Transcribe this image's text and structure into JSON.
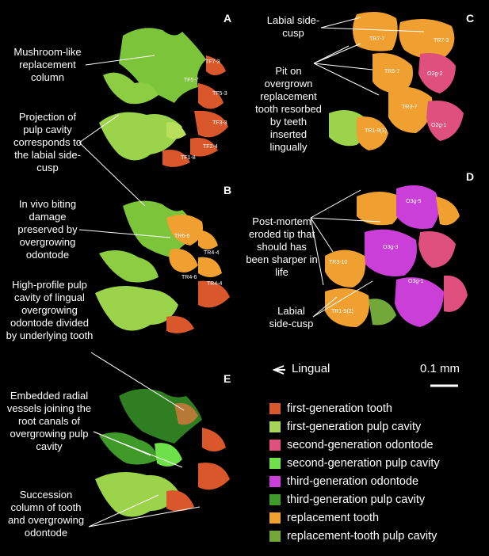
{
  "panels": {
    "a": {
      "label": "A"
    },
    "b": {
      "label": "B"
    },
    "c": {
      "label": "C"
    },
    "d": {
      "label": "D"
    },
    "e": {
      "label": "E"
    }
  },
  "annotations": {
    "mushroom": "Mushroom-like replacement column",
    "projection": "Projection of pulp cavity corresponds to the labial side-cusp",
    "invivo": "In vivo biting damage preserved by overgrowing odontode",
    "highprofile": "High-profile pulp cavity of lingual overgrowing odontode divided by underlying tooth",
    "embedded": "Embedded radial vessels joining the root canals of overgrowing pulp cavity",
    "succession": "Succession column of tooth and overgrowing odontode",
    "labial_c": "Labial side-cusp",
    "pit": "Pit on overgrown replacement tooth resorbed by teeth inserted lingually",
    "postmortem": "Post-mortem eroded tip that should has been sharper in life",
    "labial_d": "Labial side-cusp"
  },
  "tooth_labels": {
    "a": [
      "TF7-3",
      "TF5-7",
      "TF5-3",
      "TF3-3",
      "TF2-4",
      "TF1-8"
    ],
    "b": [
      "TR6-6",
      "TR4-4",
      "TR4-6",
      "TR4-4"
    ],
    "c": [
      "TR7-7",
      "TR7-3",
      "TR5-7",
      "O2g-2",
      "TR3-7",
      "TR1-9(1)",
      "O2g-1"
    ],
    "d": [
      "O3g-5",
      "O3g-3",
      "TR3-10",
      "O3g-1",
      "TR1-9(2)"
    ]
  },
  "orientation": "Lingual",
  "scale_bar": "0.1 mm",
  "legend": [
    {
      "label": "first-generation tooth",
      "color": "#d9572a"
    },
    {
      "label": "first-generation pulp cavity",
      "color": "#a9d45a"
    },
    {
      "label": "second-generation odontode",
      "color": "#e0507e"
    },
    {
      "label": "second-generation pulp cavity",
      "color": "#6ee04a"
    },
    {
      "label": "third-generation odontode",
      "color": "#c93fd8"
    },
    {
      "label": "third-generation pulp cavity",
      "color": "#3f9a2a"
    },
    {
      "label": "replacement tooth",
      "color": "#f0a030"
    },
    {
      "label": "replacement-tooth pulp cavity",
      "color": "#72a83a"
    }
  ]
}
